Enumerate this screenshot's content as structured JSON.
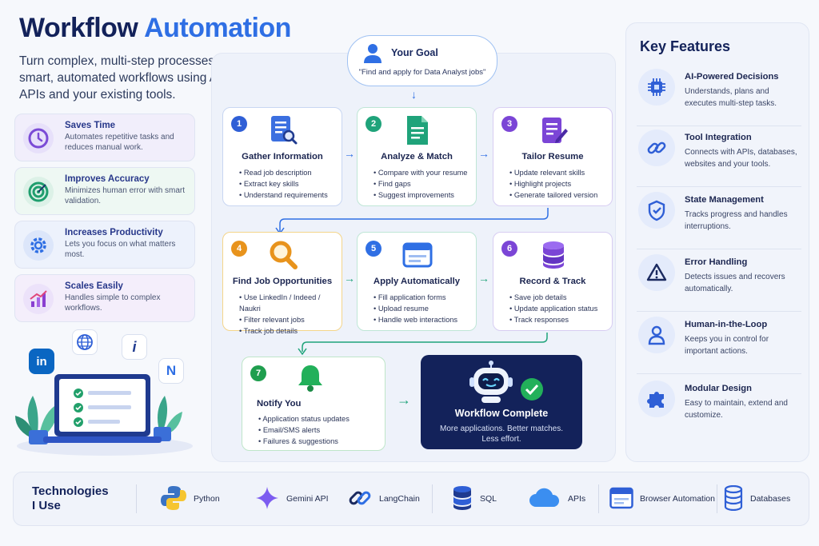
{
  "header": {
    "title_part1": "Workflow",
    "title_part2": "Automation",
    "subtitle": "Turn complex, multi-step processes into smart, automated workflows using AI agents, APIs and your existing tools."
  },
  "benefits": [
    {
      "title": "Saves Time",
      "desc": "Automates repetitive tasks and reduces manual work.",
      "icon": "clock-icon",
      "color": "#7b4bd6"
    },
    {
      "title": "Improves Accuracy",
      "desc": "Minimizes human error with smart validation.",
      "icon": "target-icon",
      "color": "#1f9e6e"
    },
    {
      "title": "Increases Productivity",
      "desc": "Lets you focus on what matters most.",
      "icon": "gear-icon",
      "color": "#2f6fe4"
    },
    {
      "title": "Scales Easily",
      "desc": "Handles simple to complex workflows.",
      "icon": "bar-chart-icon",
      "color": "#8a3fd1"
    }
  ],
  "goal": {
    "title": "Your Goal",
    "desc": "\"Find and apply for Data Analyst jobs\""
  },
  "steps": [
    {
      "num": "1",
      "title": "Gather Information",
      "items": [
        "Read job description",
        "Extract key skills",
        "Understand requirements"
      ],
      "color": "#2f5fd6",
      "icon": "document-search-icon"
    },
    {
      "num": "2",
      "title": "Analyze & Match",
      "items": [
        "Compare with your resume",
        "Find gaps",
        "Suggest improvements"
      ],
      "color": "#1fa37a",
      "icon": "document-icon"
    },
    {
      "num": "3",
      "title": "Tailor Resume",
      "items": [
        "Update relevant skills",
        "Highlight projects",
        "Generate tailored version"
      ],
      "color": "#7b45d6",
      "icon": "edit-document-icon"
    },
    {
      "num": "4",
      "title": "Find Job Opportunities",
      "items": [
        "Use LinkedIn / Indeed / Naukri",
        "Filter relevant jobs",
        "Track job details"
      ],
      "color": "#e8931c",
      "icon": "magnifier-icon"
    },
    {
      "num": "5",
      "title": "Apply Automatically",
      "items": [
        "Fill application forms",
        "Upload resume",
        "Handle web interactions"
      ],
      "color": "#2f6fe4",
      "icon": "browser-window-icon"
    },
    {
      "num": "6",
      "title": "Record & Track",
      "items": [
        "Save job details",
        "Update application status",
        "Track responses"
      ],
      "color": "#7b45d6",
      "icon": "database-icon"
    },
    {
      "num": "7",
      "title": "Notify You",
      "items": [
        "Application status updates",
        "Email/SMS alerts",
        "Failures & suggestions"
      ],
      "color": "#1f9e4e",
      "icon": "bell-icon"
    }
  ],
  "complete": {
    "title": "Workflow Complete",
    "desc1": "More applications. Better matches.",
    "desc2": "Less effort."
  },
  "key_features": {
    "title": "Key Features",
    "items": [
      {
        "title": "AI-Powered Decisions",
        "desc": "Understands, plans and executes multi-step tasks.",
        "icon": "chip-icon"
      },
      {
        "title": "Tool Integration",
        "desc": "Connects with APIs, databases, websites and your tools.",
        "icon": "link-icon"
      },
      {
        "title": "State Management",
        "desc": "Tracks progress and handles interruptions.",
        "icon": "shield-check-icon"
      },
      {
        "title": "Error Handling",
        "desc": "Detects issues and recovers automatically.",
        "icon": "warning-icon"
      },
      {
        "title": "Human-in-the-Loop",
        "desc": "Keeps you in control for important actions.",
        "icon": "user-icon"
      },
      {
        "title": "Modular Design",
        "desc": "Easy to maintain, extend and customize.",
        "icon": "puzzle-icon"
      }
    ]
  },
  "technologies": {
    "label_line1": "Technologies",
    "label_line2": "I Use",
    "items": [
      {
        "name": "Python",
        "icon": "python-icon"
      },
      {
        "name": "Gemini API",
        "icon": "gemini-sparkle-icon"
      },
      {
        "name": "LangChain",
        "icon": "chain-link-icon"
      },
      {
        "name": "SQL",
        "icon": "database-icon"
      },
      {
        "name": "APIs",
        "icon": "cloud-icon"
      },
      {
        "name": "Browser Automation",
        "icon": "browser-window-icon"
      },
      {
        "name": "Databases",
        "icon": "database-icon"
      }
    ]
  },
  "illustration": {
    "badges": [
      "in",
      "i",
      "N"
    ]
  }
}
